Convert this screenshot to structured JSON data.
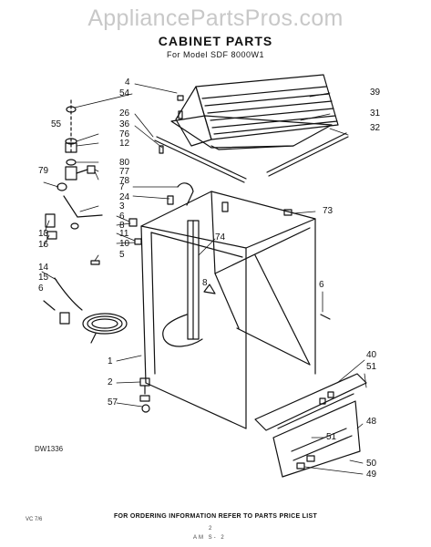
{
  "watermark": "AppliancePartsPros.com",
  "title": "CABINET PARTS",
  "subtitle": "For Model SDF 8000W1",
  "callouts": {
    "c4": "4",
    "c54": "54",
    "c55": "55",
    "c26": "26",
    "c36": "36",
    "c76": "76",
    "c12": "12",
    "c80": "80",
    "c77": "77",
    "c78": "78",
    "c79": "79",
    "c24": "24",
    "c7": "7",
    "c3": "3",
    "c6a": "6",
    "c8a": "8",
    "c11": "11",
    "c10": "10",
    "c5": "5",
    "c16": "16",
    "c13": "13",
    "c15": "15",
    "c14": "14",
    "c6b": "6",
    "c39": "39",
    "c31": "31",
    "c32": "32",
    "c73": "73",
    "c74": "74",
    "c8b": "8",
    "c6c": "6",
    "c1": "1",
    "c2": "2",
    "c57": "57",
    "c40": "40",
    "c51a": "51",
    "c48": "48",
    "c51b": "51",
    "c50": "50",
    "c49": "49"
  },
  "drawing_number": "DW1336",
  "footer": "FOR ORDERING INFORMATION REFER TO PARTS PRICE LIST",
  "footer_small_left": "VC 7/6",
  "footer_small_1": "2",
  "footer_small_2": "AM S- 2"
}
